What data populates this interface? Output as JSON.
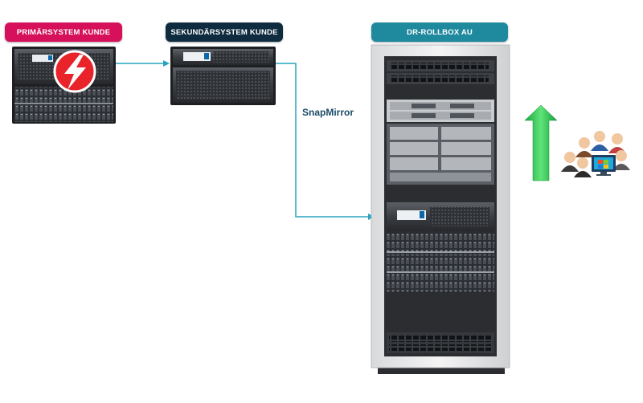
{
  "labels": {
    "primary": "PRIMÄRSYSTEM KUNDE",
    "secondary": "SEKUNDÄRSYSTEM KUNDE",
    "dr": "DR-ROLLBOX AU"
  },
  "link_label": "SnapMirror",
  "colors": {
    "primary_label": "#d6105a",
    "secondary_label": "#0e2b3f",
    "dr_label": "#1f8a9e",
    "connector": "#29a3bf",
    "failure_icon": "#e8232a",
    "up_arrow": "#22c24a"
  },
  "icons": [
    "lightning-failure-icon",
    "up-arrow-icon",
    "user-group-icon",
    "monitor-icon"
  ]
}
